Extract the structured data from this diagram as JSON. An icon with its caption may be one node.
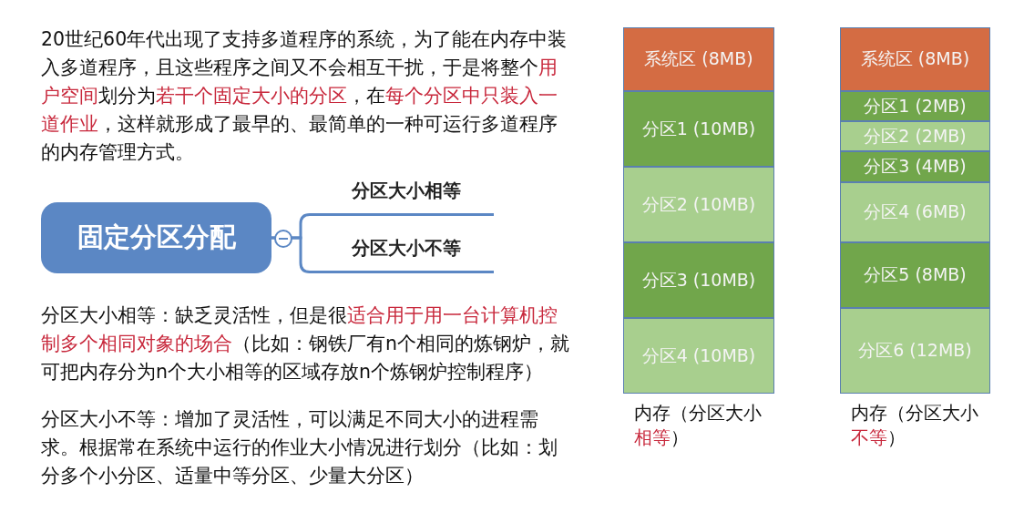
{
  "diagram": {
    "nodes": [
      {
        "text": [
          "固定分区分配"
        ]
      },
      {
        "text": [
          "分区大小相等"
        ]
      },
      {
        "text": [
          "分区大小不等"
        ]
      },
      {
        "text": [
          "内存（分区大小**相等**）"
        ]
      },
      {
        "text": [
          "系统区 (8MB)"
        ],
        "in": 3
      },
      {
        "text": [
          "分区1 (10MB)"
        ],
        "in": 3
      },
      {
        "text": [
          "分区2 (10MB)"
        ],
        "in": 3
      },
      {
        "text": [
          "分区3 (10MB)"
        ],
        "in": 3
      },
      {
        "text": [
          "分区4 (10MB)"
        ],
        "in": 3
      },
      {
        "text": [
          "内存（分区大小**不等**）"
        ]
      },
      {
        "text": [
          "系统区 (8MB)"
        ],
        "in": 9
      },
      {
        "text": [
          "分区1 (2MB)"
        ],
        "in": 9
      },
      {
        "text": [
          "分区2 (2MB)"
        ],
        "in": 9
      },
      {
        "text": [
          "分区3 (4MB)"
        ],
        "in": 9
      },
      {
        "text": [
          "分区4 (6MB)"
        ],
        "in": 9
      },
      {
        "text": [
          "分区5 (8MB)"
        ],
        "in": 9
      },
      {
        "text": [
          "分区6 (12MB)"
        ],
        "in": 9
      }
    ],
    "edges": [
      {
        "from": 0,
        "to": 1,
        "arrow": "none"
      },
      {
        "from": 0,
        "to": 2,
        "arrow": "none"
      }
    ],
    "labels": [
      "20世纪60年代出现了支持多道程序的系统，为了能在内存中装入多道程序，且这些程序之间又不会相互干扰，于是将整个**用户空间**划分为**若干个固定大小的分区**，在**每个分区中只装入一道作业**，这样就形成了最早的、最简单的一种可运行多道程序的内存管理方式。",
      "分区大小相等：缺乏灵活性，但是很**适合用于用一台计算机控制多个相同对象的场合**（比如：钢铁厂有n个相同的炼钢炉，就可把内存分为n个大小相等的区域存放n个炼钢炉控制程序）",
      "分区大小不等：增加了灵活性，可以满足不同大小的进程需求。根据常在系统中运行的作业大小情况进行划分（比如：划分多个小分区、适量中等分区、少量大分区）"
    ]
  }
}
